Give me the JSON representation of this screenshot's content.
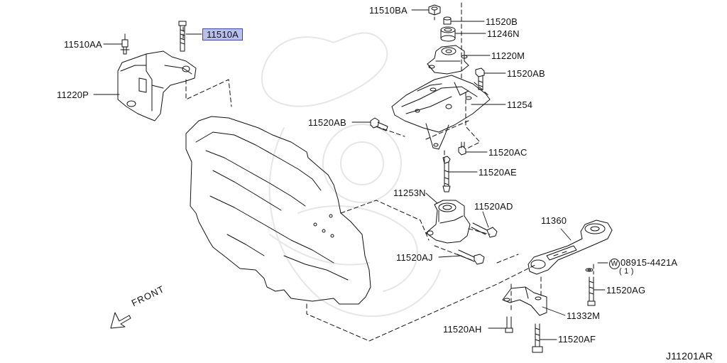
{
  "parts": {
    "p11510BA": "11510BA",
    "p11520B": "11520B",
    "p11246N": "11246N",
    "p11220M": "11220M",
    "p11520AB_top": "11520AB",
    "p11254": "11254",
    "p11520AB_left": "11520AB",
    "p11520AC": "11520AC",
    "p11520AE": "11520AE",
    "p11253N": "11253N",
    "p11520AD": "11520AD",
    "p11520AJ": "11520AJ",
    "p11360": "11360",
    "p08915_4421A": "08915-4421A",
    "p08915_qty": "( 1 )",
    "p11520AG": "11520AG",
    "p11332M": "11332M",
    "p11520AH": "11520AH",
    "p11520AF": "11520AF",
    "p11510AA": "11510AA",
    "p11510A": "11510A",
    "p11220P": "11220P"
  },
  "washer_symbol": "W",
  "front_label": "FRONT",
  "diagram_code": "J11201AR",
  "colors": {
    "highlight": "#b9c0ee"
  }
}
